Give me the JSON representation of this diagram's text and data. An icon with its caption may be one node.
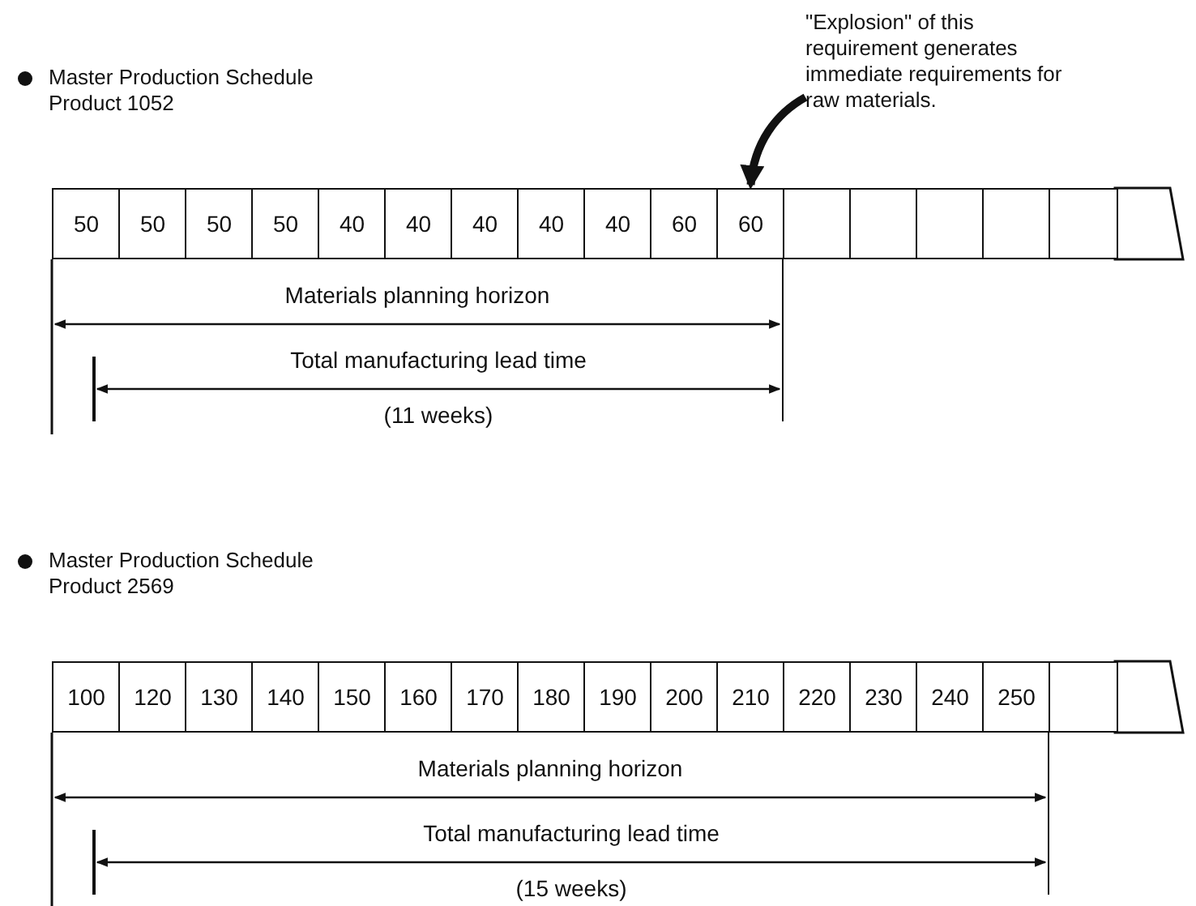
{
  "diagram": {
    "nodes": [
      {
        "text": [
          "\"Explosion\" of this requirement generates immediate requirements for raw materials."
        ]
      },
      {
        "text": [
          "60"
        ]
      }
    ],
    "edges": [
      {
        "from": 0,
        "to": 1,
        "arrow": "to"
      }
    ],
    "labels": [
      "Master Production Schedule Product 1052",
      "50",
      "50",
      "50",
      "50",
      "40",
      "40",
      "40",
      "40",
      "40",
      "60",
      "Materials planning horizon",
      "Total manufacturing lead time",
      "(11 weeks)",
      "Master Production Schedule Product 2569",
      "100",
      "120",
      "130",
      "140",
      "150",
      "160",
      "170",
      "180",
      "190",
      "200",
      "210",
      "220",
      "230",
      "240",
      "250",
      "Materials planning horizon",
      "Total manufacturing lead time",
      "(15 weeks)"
    ]
  }
}
